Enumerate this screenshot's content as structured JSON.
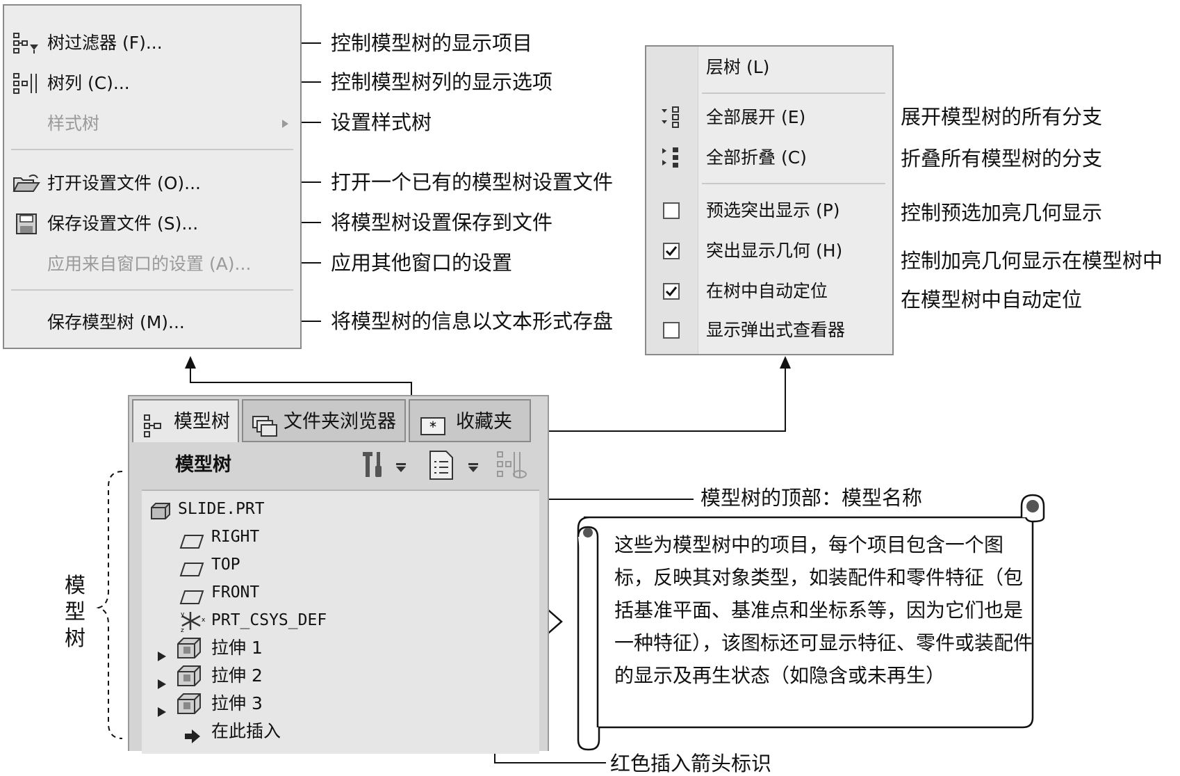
{
  "left_menu": {
    "items": [
      {
        "label": "树过滤器 (F)...",
        "icon": "tree-filter-icon",
        "disabled": false
      },
      {
        "label": "树列 (C)...",
        "icon": "tree-columns-icon",
        "disabled": false
      },
      {
        "label": "样式树",
        "icon": "",
        "disabled": true
      },
      {
        "label": "打开设置文件 (O)...",
        "icon": "open-folder-icon",
        "disabled": false
      },
      {
        "label": "保存设置文件 (S)...",
        "icon": "floppy-disk-icon",
        "disabled": false
      },
      {
        "label": "应用来自窗口的设置 (A)...",
        "icon": "",
        "disabled": true
      },
      {
        "label": "保存模型树 (M)...",
        "icon": "",
        "disabled": false
      }
    ],
    "annotations": [
      "控制模型树的显示项目",
      "控制模型树列的显示选项",
      "设置样式树",
      "打开一个已有的模型树设置文件",
      "将模型树设置保存到文件",
      "应用其他窗口的设置",
      "将模型树的信息以文本形式存盘"
    ]
  },
  "right_menu": {
    "items": [
      {
        "label": "层树 (L)",
        "icon": "",
        "checked": null
      },
      {
        "label": "全部展开 (E)",
        "icon": "expand-all-icon",
        "checked": null
      },
      {
        "label": "全部折叠 (C)",
        "icon": "collapse-all-icon",
        "checked": null
      },
      {
        "label": "预选突出显示 (P)",
        "icon": "checkbox-icon",
        "checked": false
      },
      {
        "label": "突出显示几何 (H)",
        "icon": "checkbox-icon",
        "checked": true
      },
      {
        "label": "在树中自动定位",
        "icon": "checkbox-icon",
        "checked": true
      },
      {
        "label": "显示弹出式查看器",
        "icon": "checkbox-icon",
        "checked": false
      }
    ],
    "annotations": [
      "展开模型树的所有分支",
      "折叠所有模型树的分支",
      "控制预选加亮几何显示",
      "控制加亮几何显示在模型树中",
      "在模型树中自动定位"
    ]
  },
  "panel": {
    "tabs": [
      {
        "label": "模型树",
        "icon": "model-tree-icon"
      },
      {
        "label": "文件夹浏览器",
        "icon": "folders-icon"
      },
      {
        "label": "收藏夹",
        "icon": "favorites-icon"
      }
    ],
    "title": "模型树",
    "nodes": [
      {
        "label": "SLIDE.PRT",
        "icon": "part-icon"
      },
      {
        "label": "RIGHT",
        "icon": "datum-plane-icon"
      },
      {
        "label": "TOP",
        "icon": "datum-plane-icon"
      },
      {
        "label": "FRONT",
        "icon": "datum-plane-icon"
      },
      {
        "label": "PRT_CSYS_DEF",
        "icon": "coordinate-system-icon"
      },
      {
        "label": "拉伸 1",
        "icon": "extrude-icon"
      },
      {
        "label": "拉伸 2",
        "icon": "extrude-icon"
      },
      {
        "label": "拉伸 3",
        "icon": "extrude-icon"
      },
      {
        "label": "在此插入",
        "icon": "insert-arrow-icon"
      }
    ]
  },
  "labels": {
    "top_of_tree": "模型树的顶部：模型名称",
    "insert_arrow": "红色插入箭头标识",
    "model_tree_side": "模型树",
    "note": "这些为模型树中的项目，每个项目包含一个图标，反映其对象类型，如装配件和零件特征（包括基准平面、基准点和坐标系等，因为它们也是一种特征），该图标还可显示特征、零件或装配件的显示及再生状态（如隐含或未再生）"
  }
}
